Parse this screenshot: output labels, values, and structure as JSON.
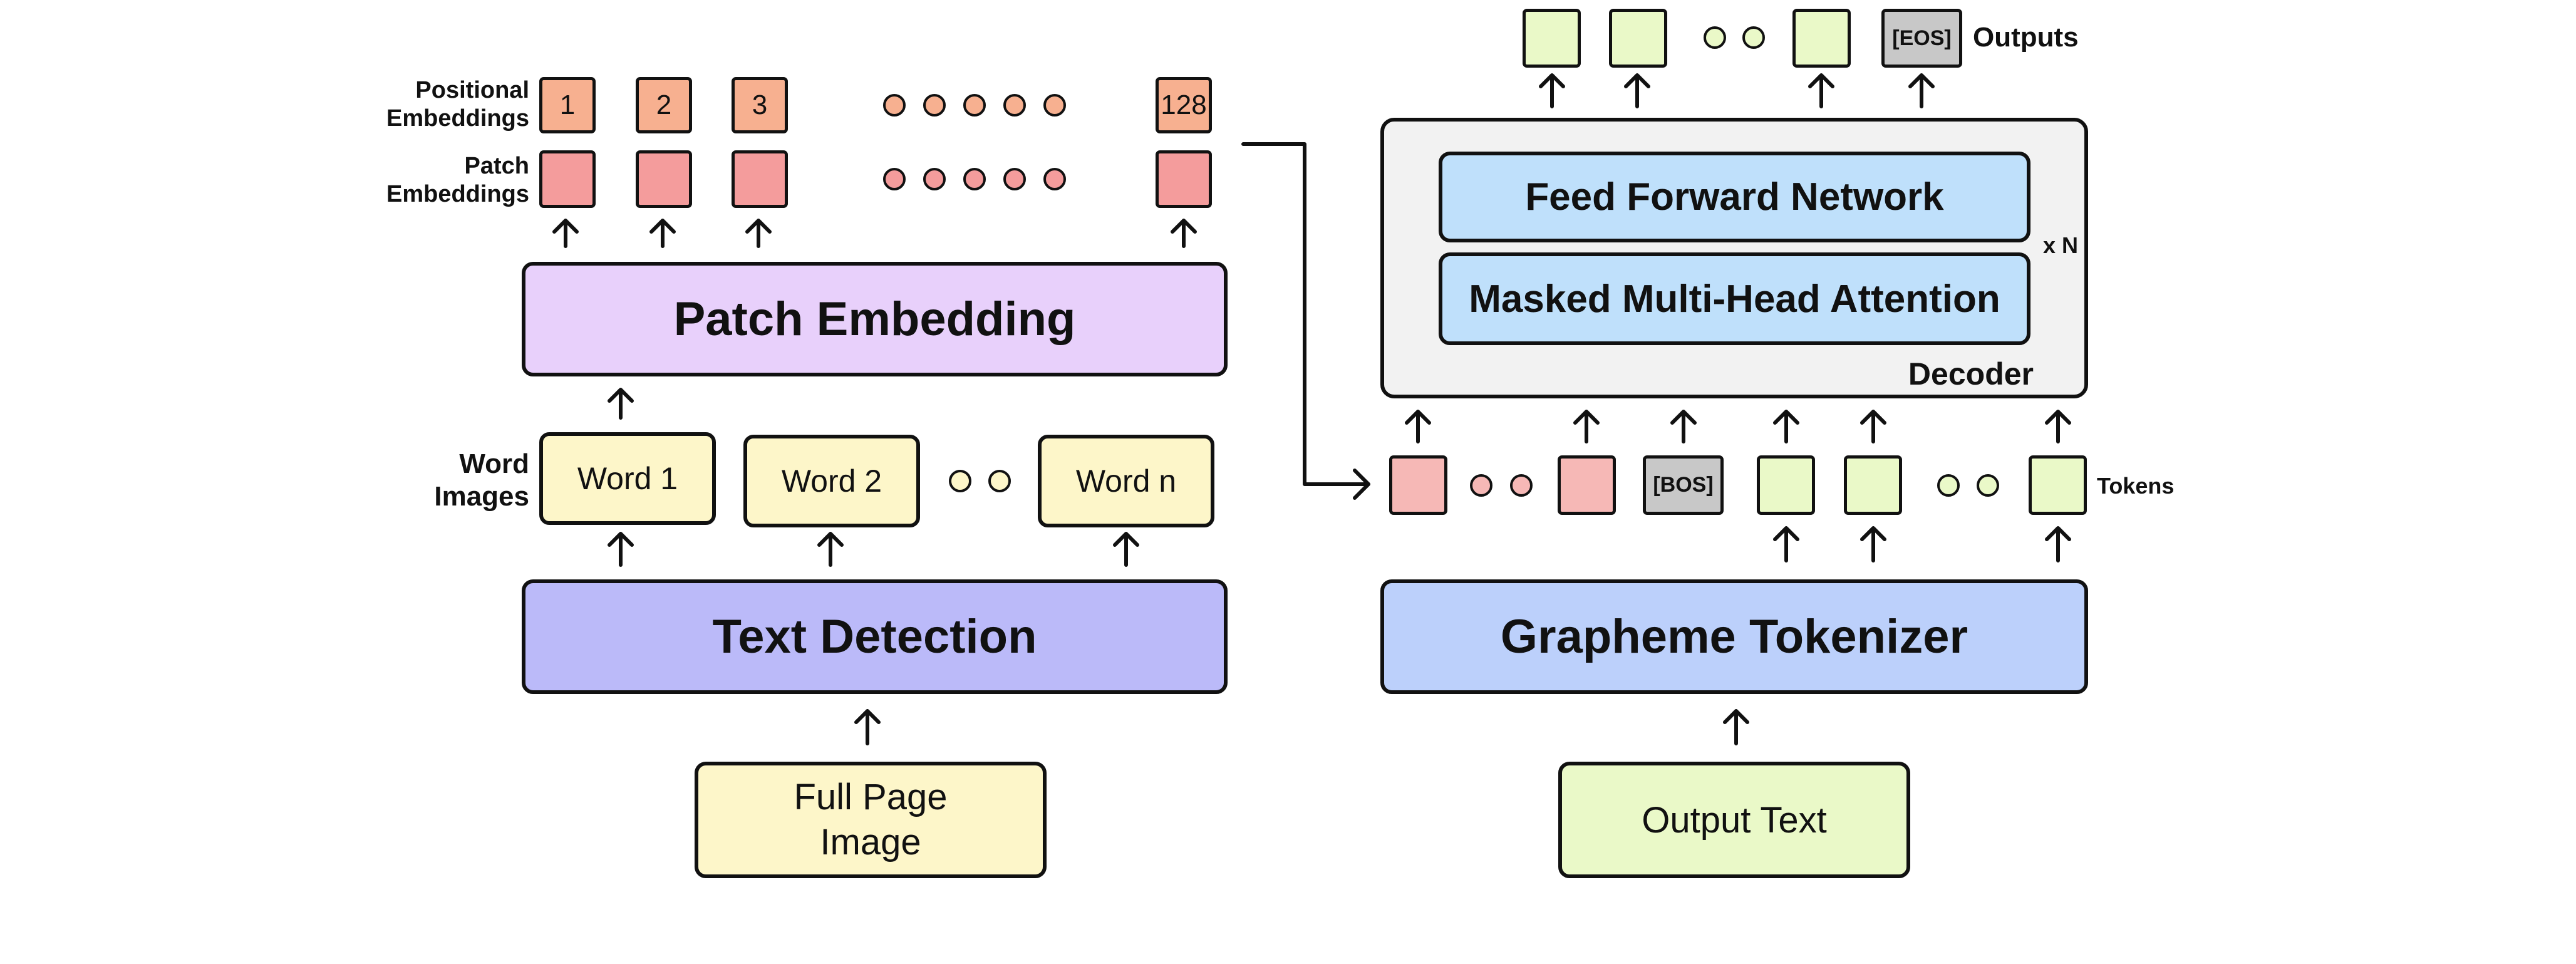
{
  "left": {
    "positional_label": "Positional Embeddings",
    "positional_label_line1": "Positional",
    "positional_label_line2": "Embeddings",
    "patch_label_line1": "Patch",
    "patch_label_line2": "Embeddings",
    "positional_values": [
      "1",
      "2",
      "3",
      "128"
    ],
    "patch_embedding": "Patch Embedding",
    "word_images_line1": "Word",
    "word_images_line2": "Images",
    "words": [
      "Word 1",
      "Word 2",
      "Word n"
    ],
    "text_detection": "Text Detection",
    "full_page_line1": "Full Page",
    "full_page_line2": "Image"
  },
  "right": {
    "outputs_label": "Outputs",
    "eos": "[EOS]",
    "feed_forward": "Feed Forward Network",
    "masked_attention": "Masked Multi-Head Attention",
    "repeat": "x N",
    "decoder": "Decoder",
    "bos": "[BOS]",
    "tokens_label": "Tokens",
    "grapheme_tokenizer": "Grapheme Tokenizer",
    "output_text": "Output Text"
  },
  "colors": {
    "positional": "#f7b090",
    "patch": "#f49c9c",
    "patch_embedding": "#e8d0fb",
    "word": "#fdf6c9",
    "text_detection": "#bbbaf9",
    "decoder_bg": "#f2f2f2",
    "decoder_layer": "#bfe0fb",
    "grapheme_tokenizer": "#bcd0fb",
    "token": "#eaf9c8",
    "special_token": "#c8c8c8"
  }
}
